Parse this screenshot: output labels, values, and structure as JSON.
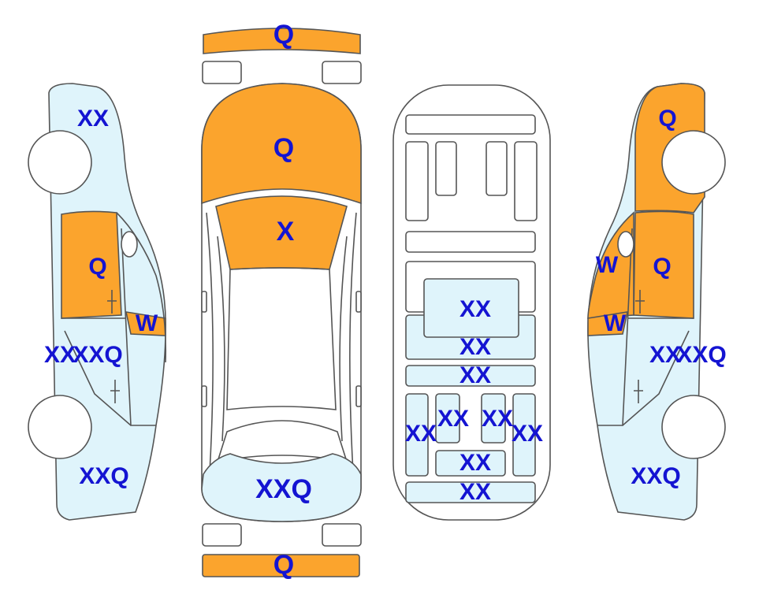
{
  "diagram": {
    "colors": {
      "damage_orange": "#fba42d",
      "damage_light": "#dff4fb",
      "label_blue": "#1414d2",
      "outline": "#555555"
    },
    "labels": {
      "front_bumper": "Q",
      "hood": "Q",
      "windshield": "X",
      "rear_bumper_top": "XXQ",
      "rear_bumper_bottom": "Q",
      "left_front_fender": "XX",
      "left_front_door": "Q",
      "left_mirror": "W",
      "left_rear_door_a": "XX",
      "left_rear_door_b": "XXQ",
      "left_rear_quarter": "XXQ",
      "right_front_fender": "Q",
      "right_front_door": "Q",
      "right_pillar": "W",
      "right_mirror": "W",
      "right_rear_door_a": "XX",
      "right_rear_door_b": "XXQ",
      "right_rear_quarter": "XXQ",
      "interior_rear_window": "XX",
      "interior_panel_1": "XX",
      "interior_panel_2": "XX",
      "interior_left_seat": "XX",
      "interior_seat_a": "XX",
      "interior_seat_b": "XX",
      "interior_right_seat": "XX",
      "interior_panel_3": "XX",
      "interior_panel_4": "XX"
    }
  }
}
